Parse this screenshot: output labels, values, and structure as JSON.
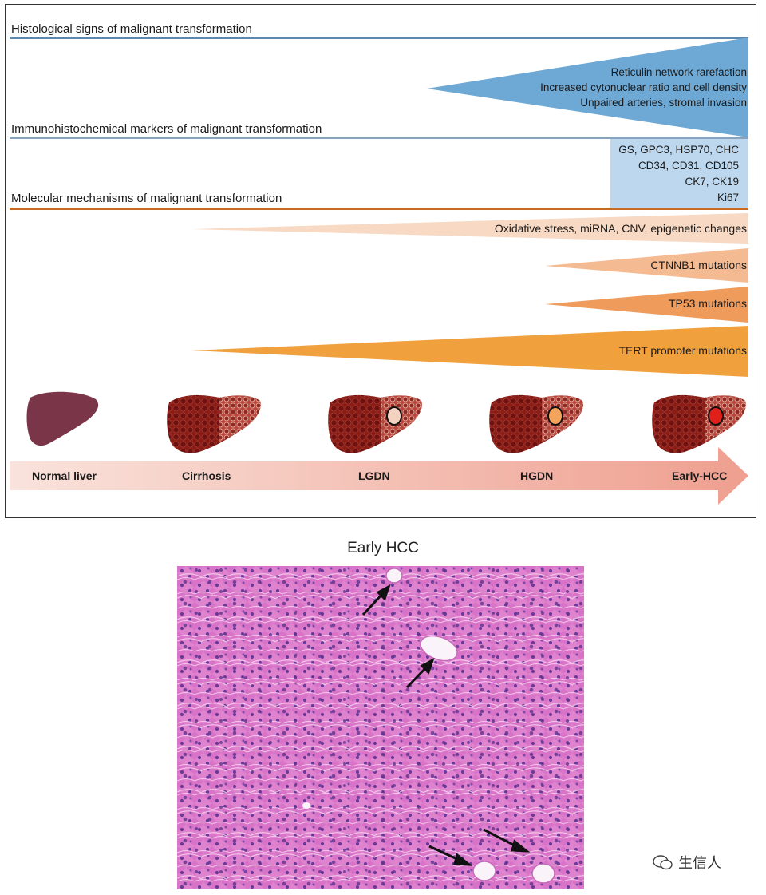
{
  "sections": {
    "histological": "Histological  signs of malignant transformation",
    "immuno": "Immunohistochemical  markers of malignant transformation",
    "molecular": "Molecular mechanisms  of malignant transformation"
  },
  "histological_signs": [
    "Reticulin network rarefaction",
    "Increased cytonuclear ratio and cell density",
    "Unpaired arteries, stromal invasion"
  ],
  "ihc_markers": [
    "GS, GPC3, HSP70, CHC",
    "CD34, CD31, CD105",
    "CK7, CK19",
    "Ki67"
  ],
  "molecular": [
    "Oxidative stress, miRNA, CNV, epigenetic changes",
    "CTNNB1 mutations",
    "TP53 mutations",
    "TERT promoter mutations"
  ],
  "stages": [
    "Normal liver",
    "Cirrhosis",
    "LGDN",
    "HGDN",
    "Early-HCC"
  ],
  "histology_title": "Early HCC",
  "watermark": "生信人",
  "colors": {
    "histo_rule": "#5b88b0",
    "histo_wedge": "#6ea9d6",
    "ihc_box": "#bcd7ee",
    "molecular_rule": "#c96a22",
    "wedge_oxidative": "#f8d9c3",
    "wedge_ctnnb1": "#f4bb92",
    "wedge_tp53": "#ef9b5c",
    "wedge_tert": "#f0a13d",
    "liver_normal": "#7a3548",
    "liver_cirrhotic": "#7a1410"
  }
}
